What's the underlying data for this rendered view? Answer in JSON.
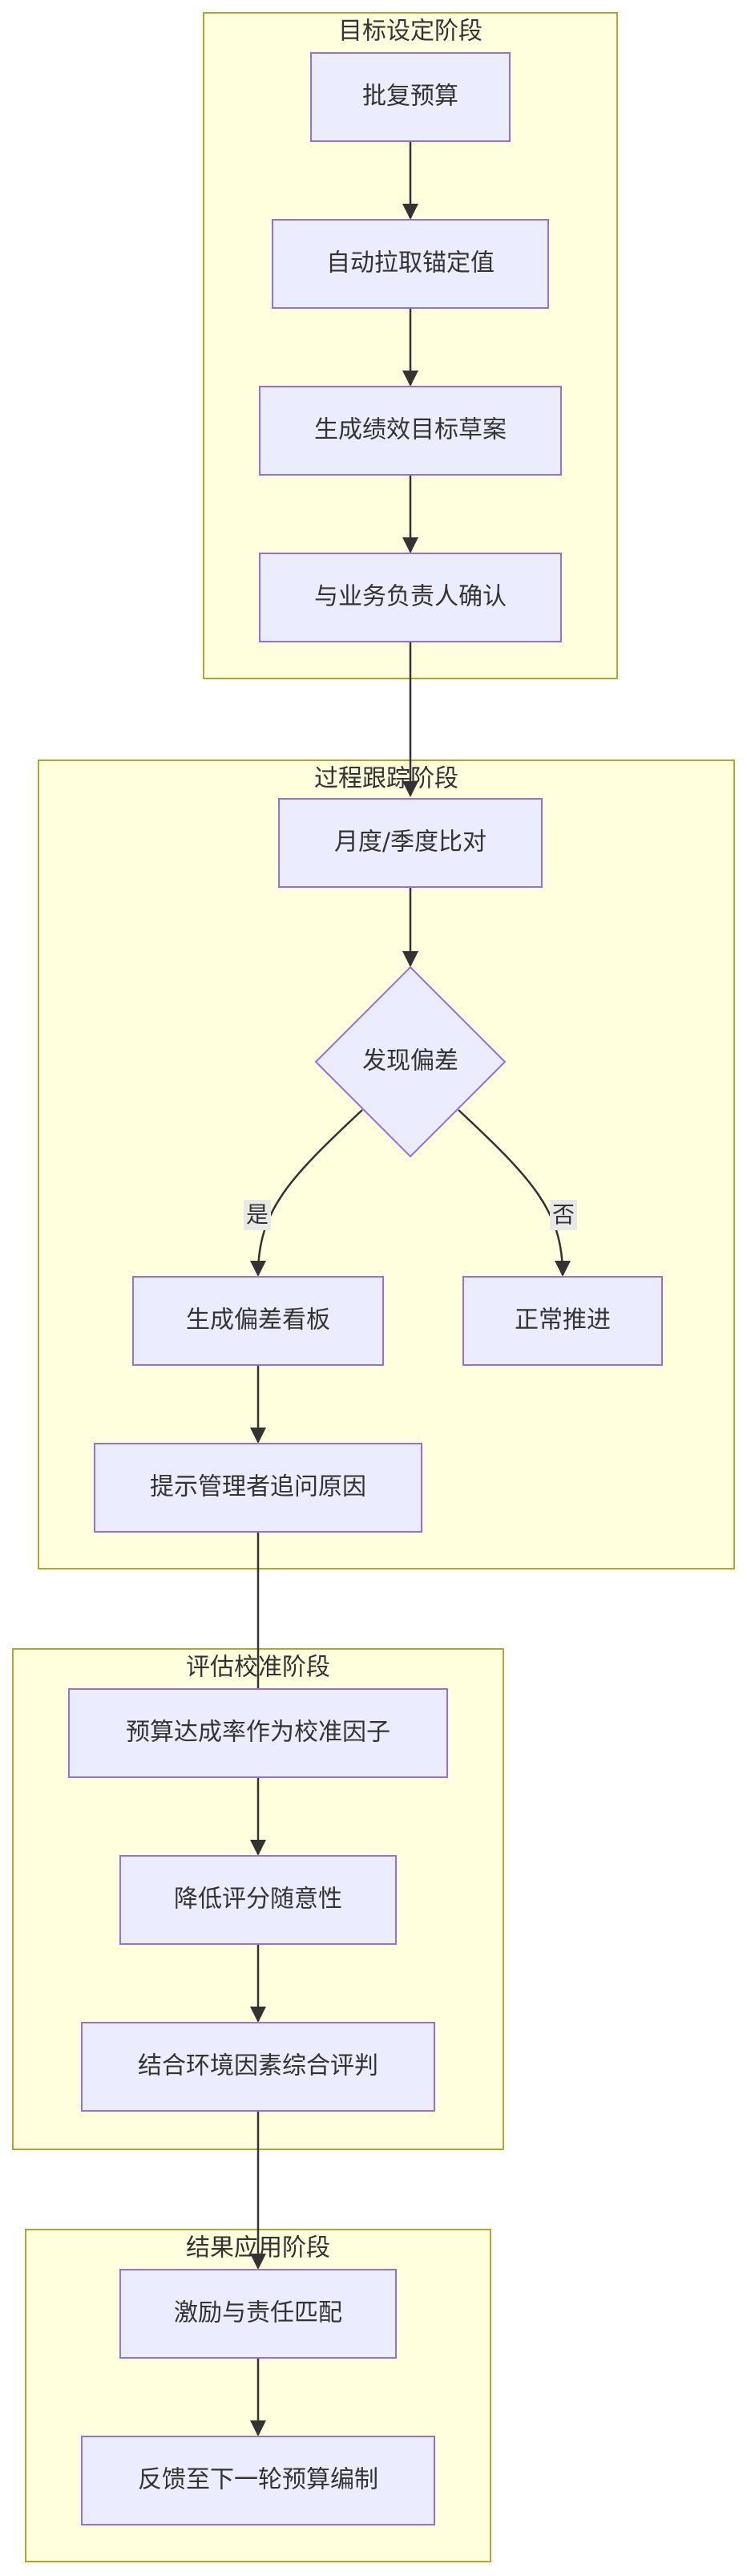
{
  "clusters": {
    "goal": {
      "title": "目标设定阶段"
    },
    "tracking": {
      "title": "过程跟踪阶段"
    },
    "calibration": {
      "title": "评估校准阶段"
    },
    "application": {
      "title": "结果应用阶段"
    }
  },
  "nodes": {
    "approve_budget": "批复预算",
    "pull_anchor": "自动拉取锚定值",
    "draft_target": "生成绩效目标草案",
    "confirm_owner": "与业务负责人确认",
    "monthly_compare": "月度/季度比对",
    "deviation_found": "发现偏差",
    "deviation_board": "生成偏差看板",
    "normal_progress": "正常推进",
    "prompt_manager": "提示管理者追问原因",
    "calibration_factor": "预算达成率作为校准因子",
    "reduce_arbitrary": "降低评分随意性",
    "combined_rating": "结合环境因素综合评判",
    "incentive_match": "激励与责任匹配",
    "feedback_next": "反馈至下一轮预算编制"
  },
  "edges": {
    "yes_label": "是",
    "no_label": "否"
  }
}
